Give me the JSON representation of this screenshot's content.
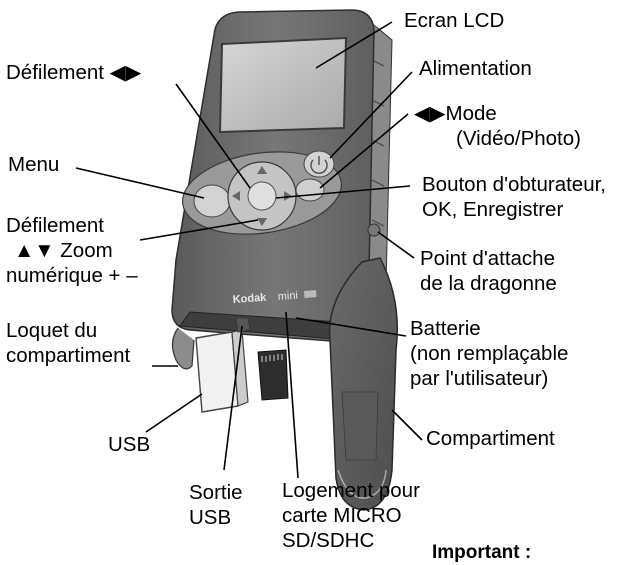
{
  "labels": {
    "ecran_lcd": "Ecran LCD",
    "defilement_lr": "Défilement ◀▶",
    "alimentation": "Alimentation",
    "mode_1": "◀▶Mode",
    "mode_2": "(Vidéo/Photo)",
    "menu": "Menu",
    "obturateur_1": "Bouton d'obturateur,",
    "obturateur_2": "OK, Enregistrer",
    "defilement_ud_1": "Défilement",
    "defilement_ud_2": "▲▼ Zoom",
    "defilement_ud_3": "numérique + –",
    "dragonne_1": "Point d'attache",
    "dragonne_2": "de la dragonne",
    "loquet_1": "Loquet du",
    "loquet_2": "compartiment",
    "batterie_1": "Batterie",
    "batterie_2": "(non remplaçable",
    "batterie_3": "par l'utilisateur)",
    "usb": "USB",
    "compartiment": "Compartiment",
    "sortie_1": "Sortie",
    "sortie_2": "USB",
    "logement_1": "Logement pour",
    "logement_2": "carte MICRO",
    "logement_3": "SD/SDHC"
  },
  "important": "Important :",
  "device": {
    "brand": "Kodak",
    "model": "mini",
    "body_color": "#6f6f6f",
    "screen_color": "#bdbdbd",
    "button_color": "#d2d2d2"
  }
}
